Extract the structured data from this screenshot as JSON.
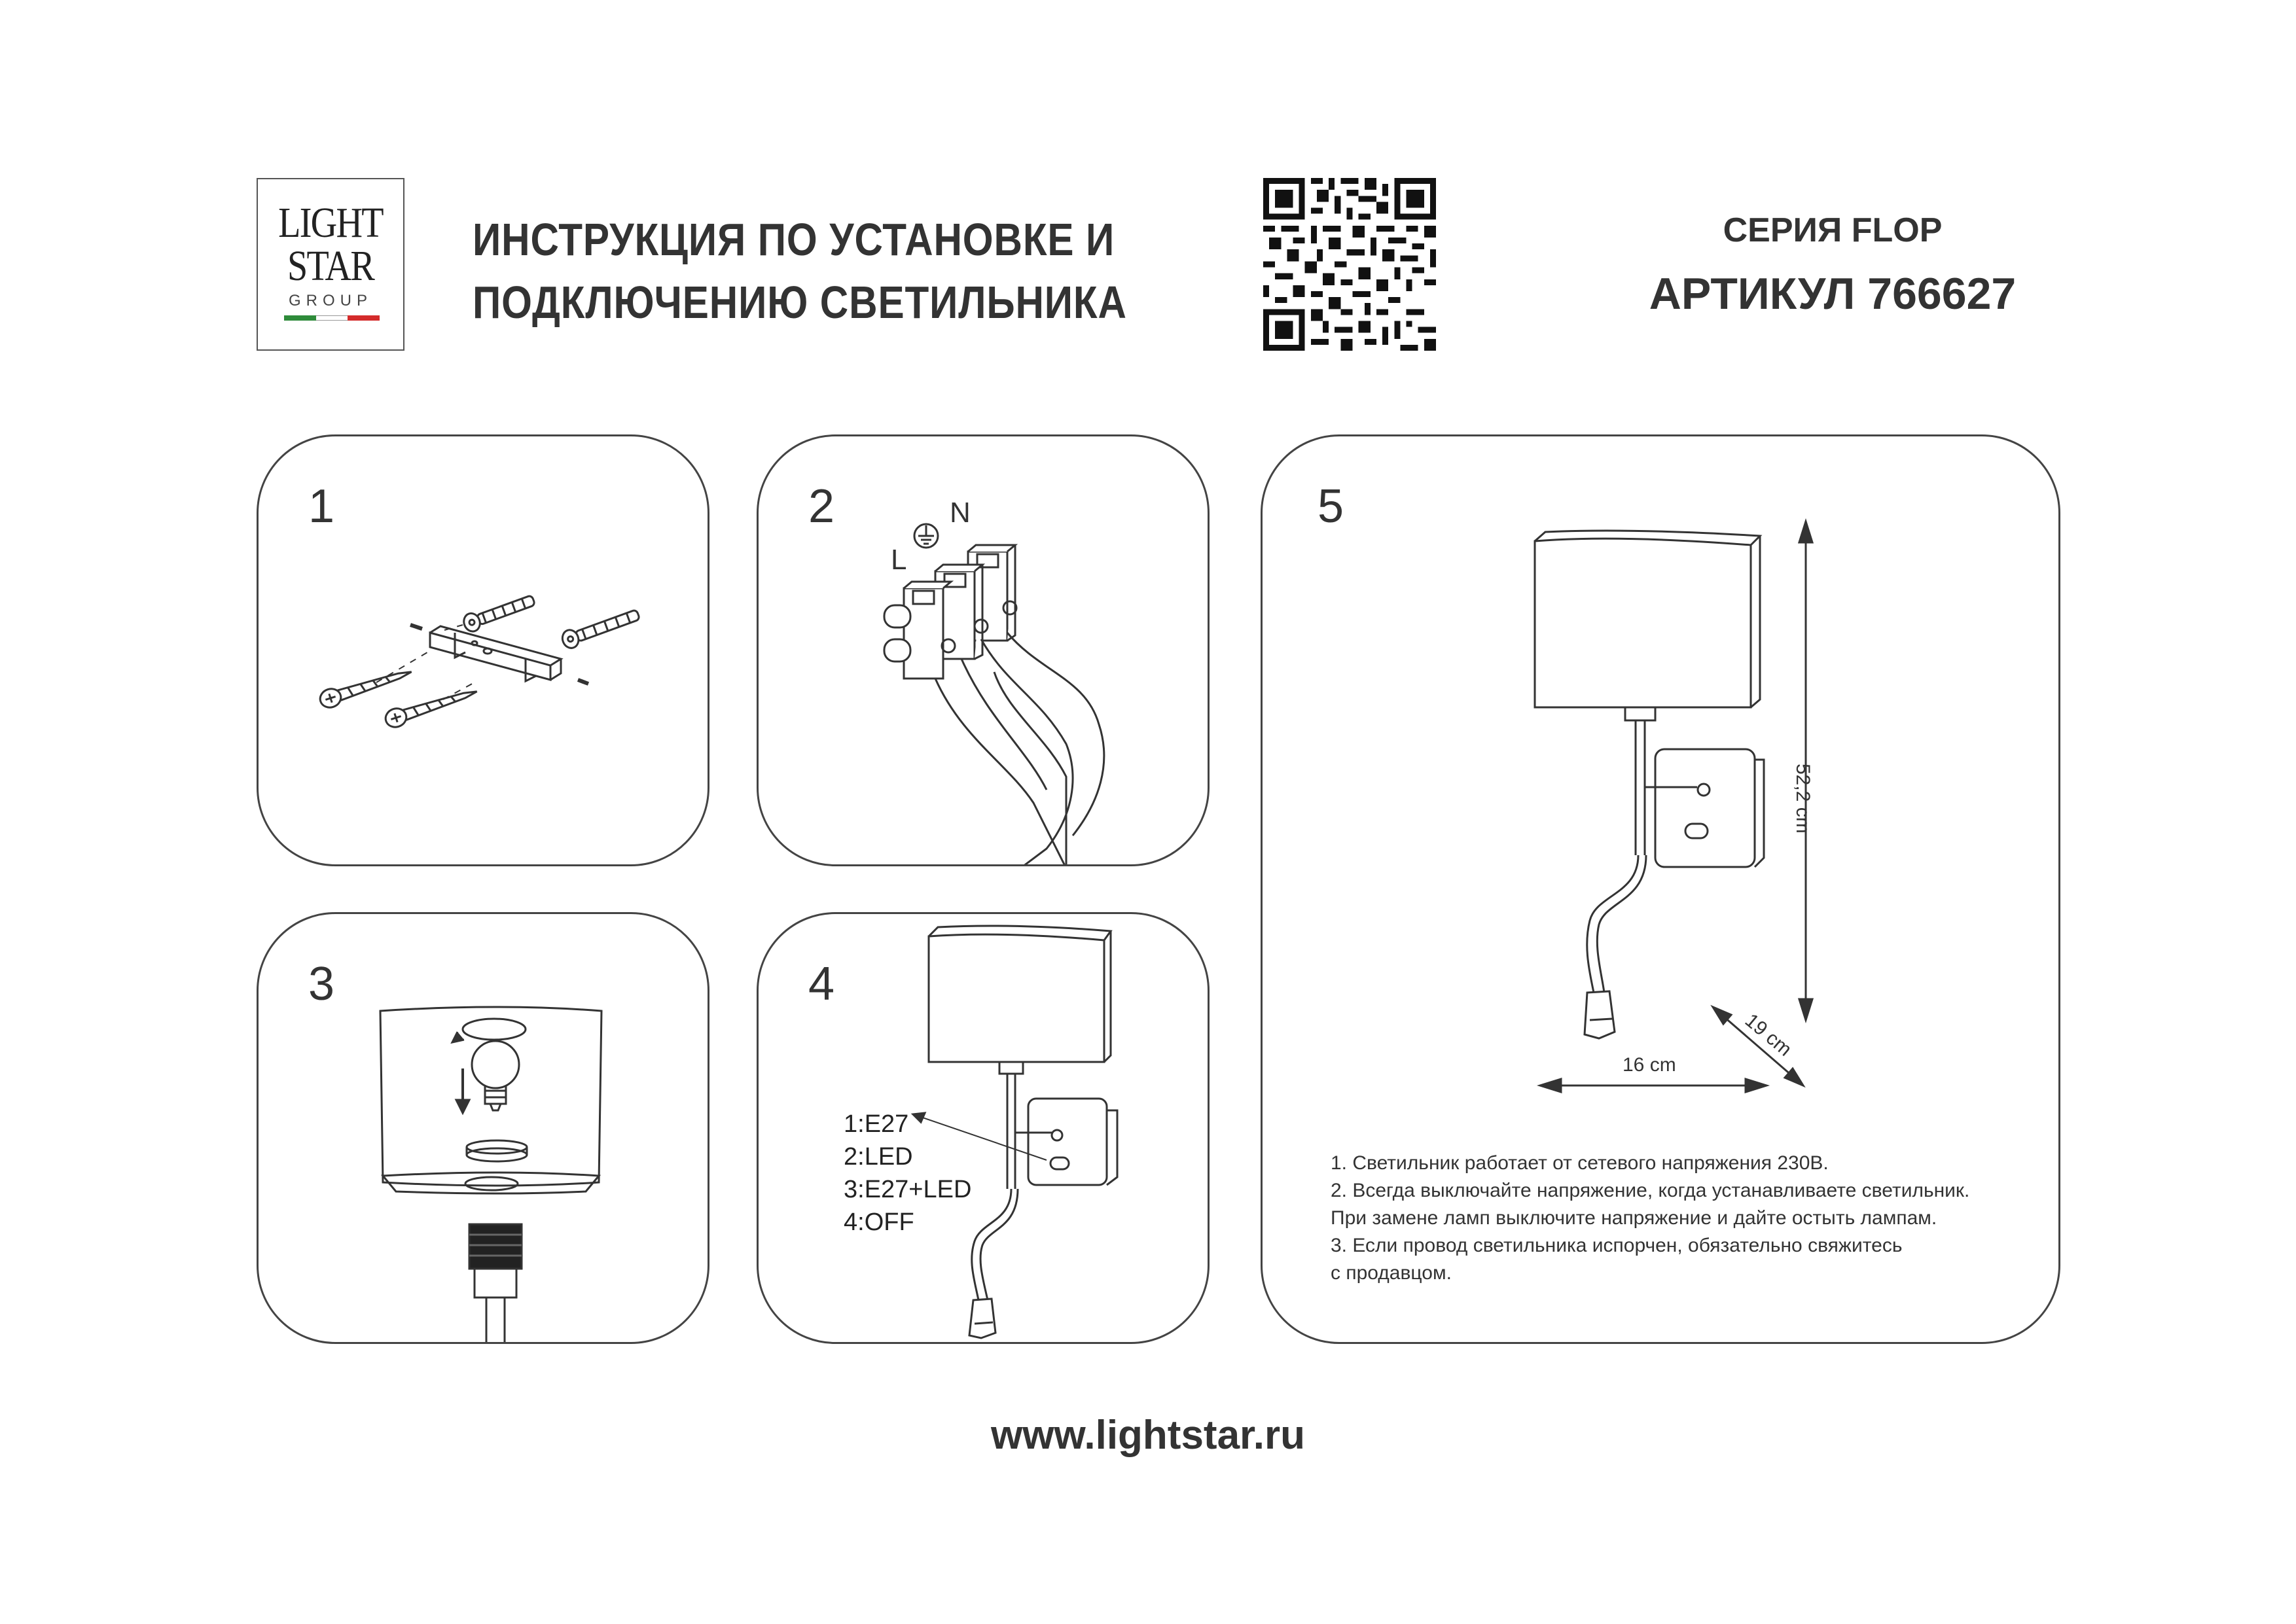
{
  "brand": {
    "line1": "LIGHT",
    "line2": "STAR",
    "line3": "GROUP",
    "flag_colors": [
      "#2e8b3a",
      "#ffffff",
      "#d42b2b"
    ]
  },
  "header": {
    "title_line1": "ИНСТРУКЦИЯ ПО УСТАНОВКЕ И",
    "title_line2": "ПОДКЛЮЧЕНИЮ СВЕТИЛЬНИКА",
    "series": "СЕРИЯ FLOP",
    "article": "АРТИКУЛ 766627"
  },
  "steps": {
    "s1": "1",
    "s2": "2",
    "s3": "3",
    "s4": "4",
    "s5": "5"
  },
  "wiring": {
    "neutral": "N",
    "live": "L"
  },
  "modes": [
    "1:E27",
    "2:LED",
    "3:E27+LED",
    "4:OFF"
  ],
  "dimensions": {
    "height": "52,2 cm",
    "width": "16 cm",
    "depth": "19 cm"
  },
  "notes": [
    "1. Светильник работает от сетевого напряжения 230В.",
    "2. Всегда выключайте напряжение, когда устанавливаете светильник.",
    "При замене ламп выключите напряжение и дайте остыть лампам.",
    "3. Если провод светильника испорчен, обязательно свяжитесь",
    "с продавцом."
  ],
  "footer": {
    "url": "www.lightstar.ru"
  }
}
